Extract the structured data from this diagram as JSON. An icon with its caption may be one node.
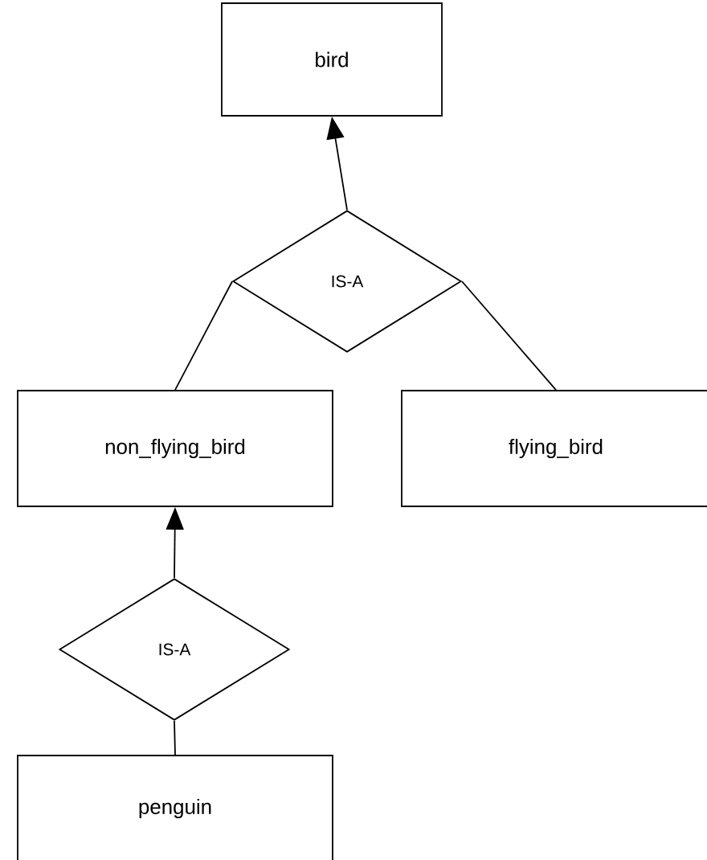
{
  "diagram": {
    "nodes": [
      {
        "text": [
          "bird"
        ]
      },
      {
        "text": [
          "IS-A"
        ]
      },
      {
        "text": [
          "non_flying_bird"
        ]
      },
      {
        "text": [
          "flying_bird"
        ]
      },
      {
        "text": [
          "IS-A"
        ]
      },
      {
        "text": [
          "penguin"
        ]
      }
    ],
    "edges": [
      {
        "from": 1,
        "to": 0,
        "arrow": "to"
      },
      {
        "from": 1,
        "to": 2,
        "arrow": "none"
      },
      {
        "from": 1,
        "to": 3,
        "arrow": "none"
      },
      {
        "from": 4,
        "to": 2,
        "arrow": "to"
      },
      {
        "from": 4,
        "to": 5,
        "arrow": "none"
      }
    ]
  }
}
